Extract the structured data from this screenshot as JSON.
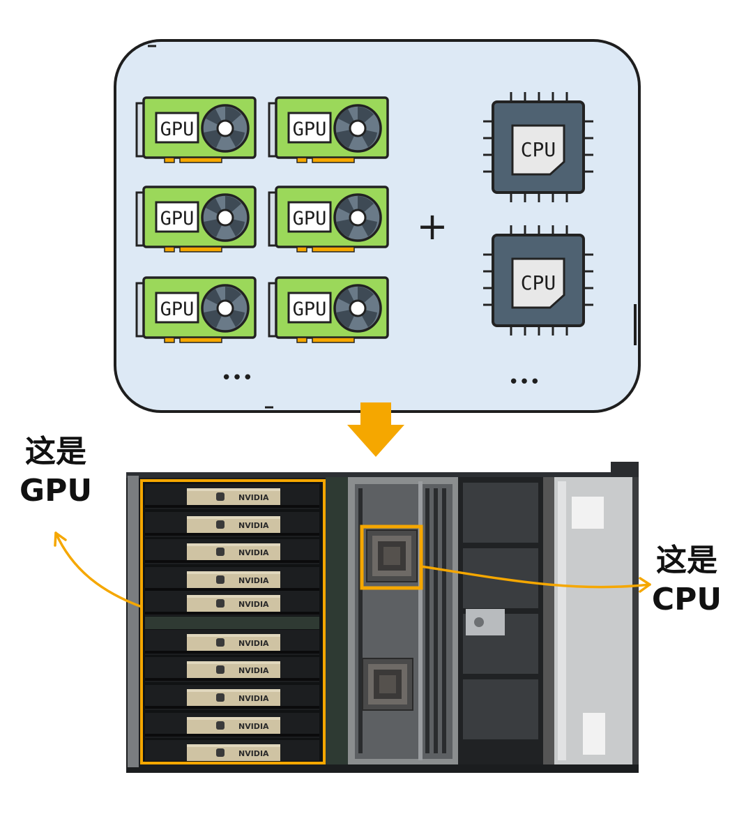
{
  "top_panel": {
    "gpu_card_label": "GPU",
    "cpu_chip_label": "CPU",
    "plus_sign": "+",
    "more_gpus": "•••",
    "more_cpus": "•••"
  },
  "server": {
    "gpu_brand": "NVIDIA",
    "gpu_count": 10,
    "cpu_socket_count": 2
  },
  "callouts": {
    "gpu_line1": "这是",
    "gpu_line2": "GPU",
    "cpu_line1": "这是",
    "cpu_line2": "CPU"
  },
  "colors": {
    "panel_fill": "#dde9f5",
    "gpu_green": "#9bd85a",
    "cpu_slate": "#4f6272",
    "accent_orange": "#f5a700",
    "chassis_dark": "#1b1d1f"
  }
}
